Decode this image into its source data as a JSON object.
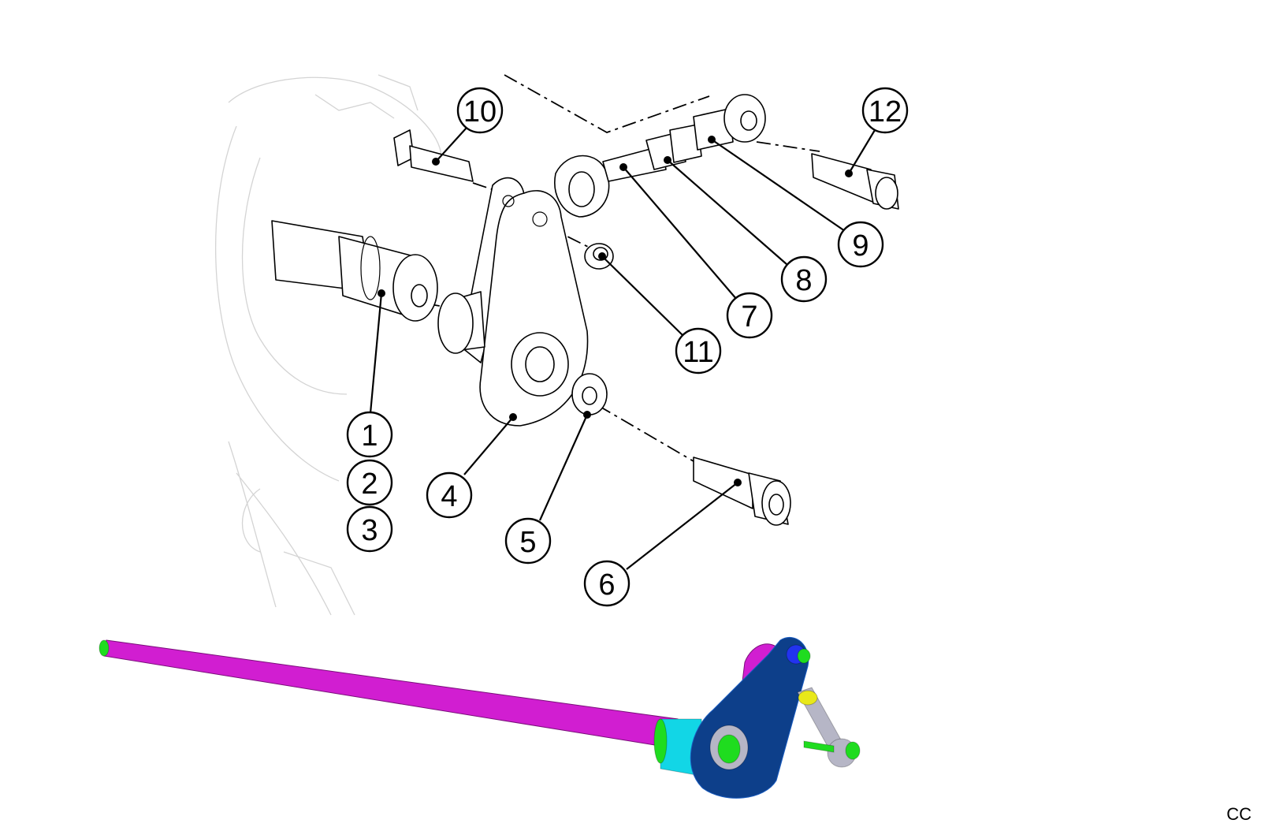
{
  "colors": {
    "shaft": "#d11ed1",
    "shaft_dark": "#7a0f7a",
    "lever": "#0d3f8a",
    "lever_light": "#1a5cc0",
    "bushing": "#12d6e6",
    "bolt": "#1fdc1f",
    "nut": "#e8e81a",
    "rod": "#b6b6c6",
    "link_blue": "#2233ee"
  },
  "callouts": [
    {
      "id": "1",
      "label": "1"
    },
    {
      "id": "2",
      "label": "2"
    },
    {
      "id": "3",
      "label": "3"
    },
    {
      "id": "4",
      "label": "4"
    },
    {
      "id": "5",
      "label": "5"
    },
    {
      "id": "6",
      "label": "6"
    },
    {
      "id": "7",
      "label": "7"
    },
    {
      "id": "8",
      "label": "8"
    },
    {
      "id": "9",
      "label": "9"
    },
    {
      "id": "10",
      "label": "10"
    },
    {
      "id": "11",
      "label": "11"
    },
    {
      "id": "12",
      "label": "12"
    }
  ],
  "corner_label": "CC"
}
